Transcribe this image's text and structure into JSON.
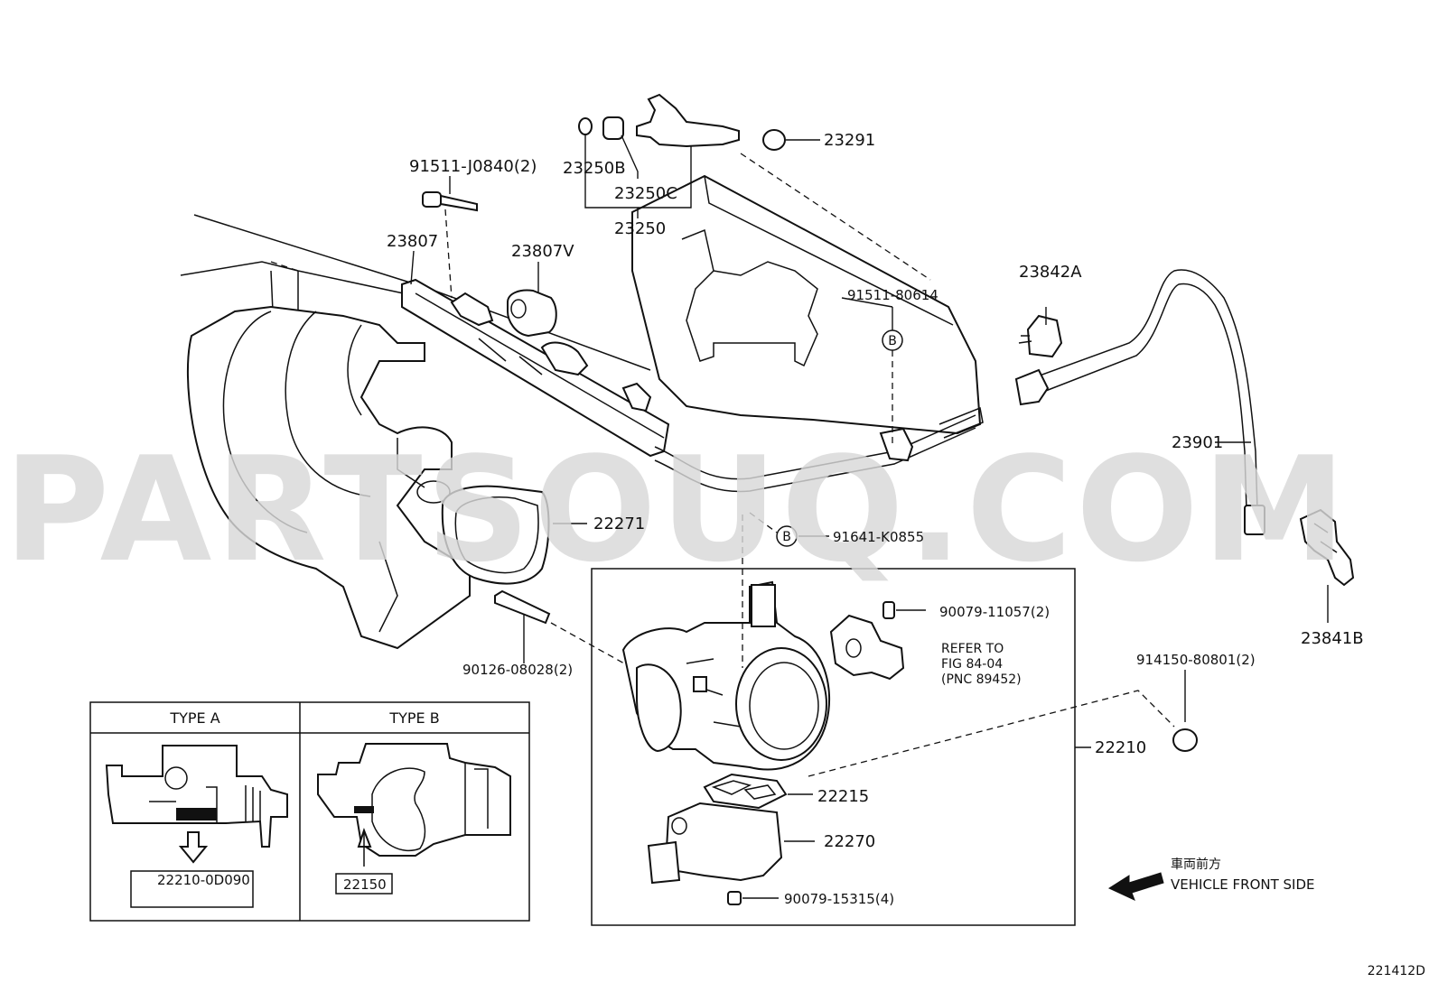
{
  "watermark": "PARTSOUQ.COM",
  "diagram_code": "221412D",
  "callouts": {
    "p91511_j0840": "91511-J0840(2)",
    "p23250b": "23250B",
    "p23250c": "23250C",
    "p23250": "23250",
    "p23291": "23291",
    "p23807": "23807",
    "p23807v": "23807V",
    "p91511_80614": "91511-80614",
    "p23842a": "23842A",
    "p23901": "23901",
    "p22271": "22271",
    "p91641_k0855": "91641-K0855",
    "p90079_11057": "90079-11057(2)",
    "p90126_08028": "90126-08028(2)",
    "p914150_80801": "914150-80801(2)",
    "p23841b": "23841B",
    "p22210": "22210",
    "p22215": "22215",
    "p22270": "22270",
    "p90079_15315": "90079-15315(4)"
  },
  "reference_marker": "B",
  "refer_note": {
    "line1": "REFER TO",
    "line2": "FIG 84-04",
    "line3": "(PNC 89452)"
  },
  "type_table": {
    "type_a_header": "TYPE A",
    "type_b_header": "TYPE B",
    "type_a_part": "22210-0D090",
    "type_b_part": "22150"
  },
  "vehicle_front": {
    "japanese": "車両前方",
    "english": "VEHICLE FRONT SIDE"
  }
}
